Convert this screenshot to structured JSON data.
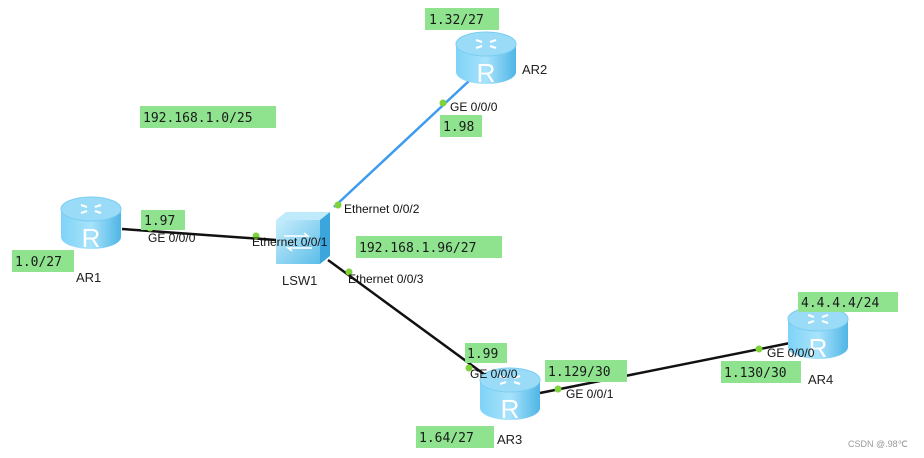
{
  "colors": {
    "note_bg": "#8fe38f",
    "link_black": "#111111",
    "link_blue": "#3d9bf0",
    "port_dot": "#7ed23a",
    "router_body": "#5ec3f0"
  },
  "devices": {
    "ar1": "AR1",
    "ar2": "AR2",
    "ar3": "AR3",
    "ar4": "AR4",
    "lsw1": "LSW1"
  },
  "interfaces": {
    "ar1_ge000": "GE 0/0/0",
    "lsw1_e001": "Ethernet 0/0/1",
    "lsw1_e002": "Ethernet 0/0/2",
    "lsw1_e003": "Ethernet 0/0/3",
    "ar2_ge000": "GE 0/0/0",
    "ar3_ge000": "GE 0/0/0",
    "ar3_ge001": "GE 0/0/1",
    "ar4_ge000": "GE 0/0/0"
  },
  "notes": {
    "ar2_loopback": "1.32/27",
    "subnet_a": "192.168.1.0/25",
    "ar2_ip": "1.98",
    "ar1_ip": "1.97",
    "subnet_b": "192.168.1.96/27",
    "ar1_loopback": "1.0/27",
    "ar4_loopback": "4.4.4.4/24",
    "ar3_ip": "1.99",
    "ar3_ge001_ip": "1.129/30",
    "ar4_ip": "1.130/30",
    "ar3_loopback": "1.64/27"
  },
  "watermark": "CSDN @.98℃"
}
